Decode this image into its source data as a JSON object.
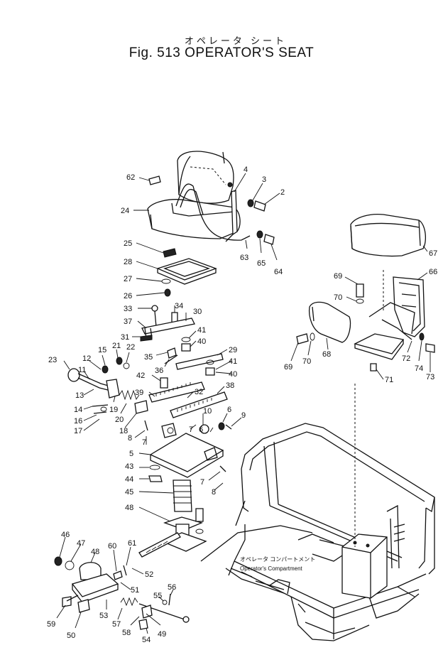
{
  "title_jp": "オペレータ シート",
  "title_en": "Fig. 513 OPERATOR'S SEAT",
  "compartment_label_jp": "オペレータ コンパートメント",
  "compartment_label_en": "Operator's Compartment",
  "part_labels": [
    "62",
    "4",
    "3",
    "2",
    "24",
    "63",
    "65",
    "64",
    "25",
    "28",
    "27",
    "26",
    "33",
    "34",
    "30",
    "37",
    "21",
    "22",
    "15",
    "12",
    "31",
    "41",
    "40",
    "35",
    "36",
    "29",
    "23",
    "11",
    "13",
    "14",
    "16",
    "17",
    "19",
    "20",
    "18",
    "42",
    "39",
    "32",
    "38",
    "10",
    "6",
    "9",
    "8",
    "7",
    "5",
    "43",
    "44",
    "45",
    "48",
    "46",
    "47",
    "48",
    "60",
    "61",
    "52",
    "51",
    "53",
    "57",
    "58",
    "54",
    "55",
    "56",
    "49",
    "59",
    "50",
    "67",
    "66",
    "69",
    "70",
    "68",
    "69",
    "70",
    "72",
    "74",
    "73",
    "71"
  ]
}
